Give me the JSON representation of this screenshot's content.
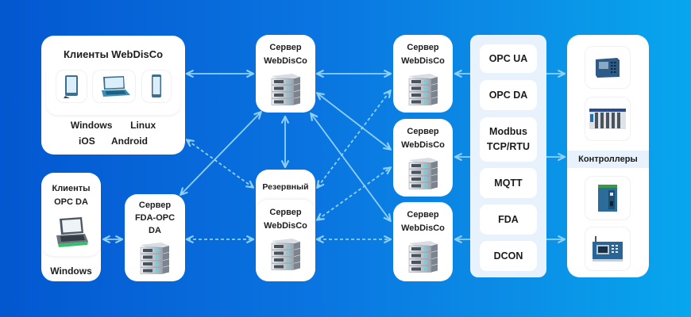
{
  "diagram": {
    "colors": {
      "background_start": "#0357d0",
      "background_end": "#07a6ee",
      "card": "#ffffff",
      "panel": "#e8f2fc",
      "arrow": "#8fd0f7",
      "text": "#1d1d1d"
    },
    "clients_webdisco": {
      "title": "Клиенты WebDisCo",
      "devices": [
        "tablet-icon",
        "laptop-icon",
        "smartphone-icon"
      ],
      "platforms_row1": [
        "Windows",
        "Linux"
      ],
      "platforms_row2": [
        "iOS",
        "Android"
      ]
    },
    "clients_opc_da": {
      "title_line1": "Клиенты",
      "title_line2": "OPC DA",
      "device": "laptop-icon",
      "platform": "Windows"
    },
    "server_fda_opc": {
      "line1": "Сервер",
      "line2": "FDA-OPC",
      "line3": "DA"
    },
    "server_center_top": {
      "line1": "Сервер",
      "line2": "WebDisCo"
    },
    "server_reserve": {
      "label": "Резервный",
      "line1": "Сервер",
      "line2": "WebDisCo"
    },
    "servers_right": [
      {
        "line1": "Сервер",
        "line2": "WebDisCo"
      },
      {
        "line1": "Сервер",
        "line2": "WebDisCo"
      },
      {
        "line1": "Сервер",
        "line2": "WebDisCo"
      }
    ],
    "protocols": [
      {
        "line1": "OPC UA",
        "line2": ""
      },
      {
        "line1": "OPC DA",
        "line2": ""
      },
      {
        "line1": "Modbus",
        "line2": "TCP/RTU"
      },
      {
        "line1": "MQTT",
        "line2": ""
      },
      {
        "line1": "FDA",
        "line2": ""
      },
      {
        "line1": "DCON",
        "line2": ""
      }
    ],
    "controllers": {
      "label": "Контроллеры",
      "devices": [
        "plc-keypad-icon",
        "modular-rack-plc-icon",
        "din-rail-plc-icon",
        "hmi-controller-icon"
      ]
    },
    "connections": [
      {
        "from": "clients_webdisco",
        "to": "server_center_top",
        "style": "solid",
        "direction": "both"
      },
      {
        "from": "clients_webdisco",
        "to": "server_reserve",
        "style": "dashed",
        "direction": "both"
      },
      {
        "from": "server_fda_opc",
        "to": "server_center_top",
        "style": "solid",
        "direction": "both"
      },
      {
        "from": "server_fda_opc",
        "to": "server_reserve",
        "style": "dashed",
        "direction": "both"
      },
      {
        "from": "clients_opc_da",
        "to": "server_fda_opc",
        "style": "solid",
        "direction": "both"
      },
      {
        "from": "server_center_top",
        "to": "server_reserve",
        "style": "solid",
        "direction": "both"
      },
      {
        "from": "server_center_top",
        "to": "servers_right.0",
        "style": "solid",
        "direction": "both"
      },
      {
        "from": "server_center_top",
        "to": "servers_right.1",
        "style": "solid",
        "direction": "both"
      },
      {
        "from": "server_center_top",
        "to": "servers_right.2",
        "style": "solid",
        "direction": "both"
      },
      {
        "from": "server_reserve",
        "to": "servers_right.0",
        "style": "dashed",
        "direction": "both"
      },
      {
        "from": "server_reserve",
        "to": "servers_right.1",
        "style": "dashed",
        "direction": "both"
      },
      {
        "from": "server_reserve",
        "to": "servers_right.2",
        "style": "dashed",
        "direction": "both"
      },
      {
        "from": "protocols",
        "to": "servers_right",
        "style": "solid",
        "direction": "to"
      },
      {
        "from": "protocols",
        "to": "controllers",
        "style": "solid",
        "direction": "to"
      }
    ]
  }
}
